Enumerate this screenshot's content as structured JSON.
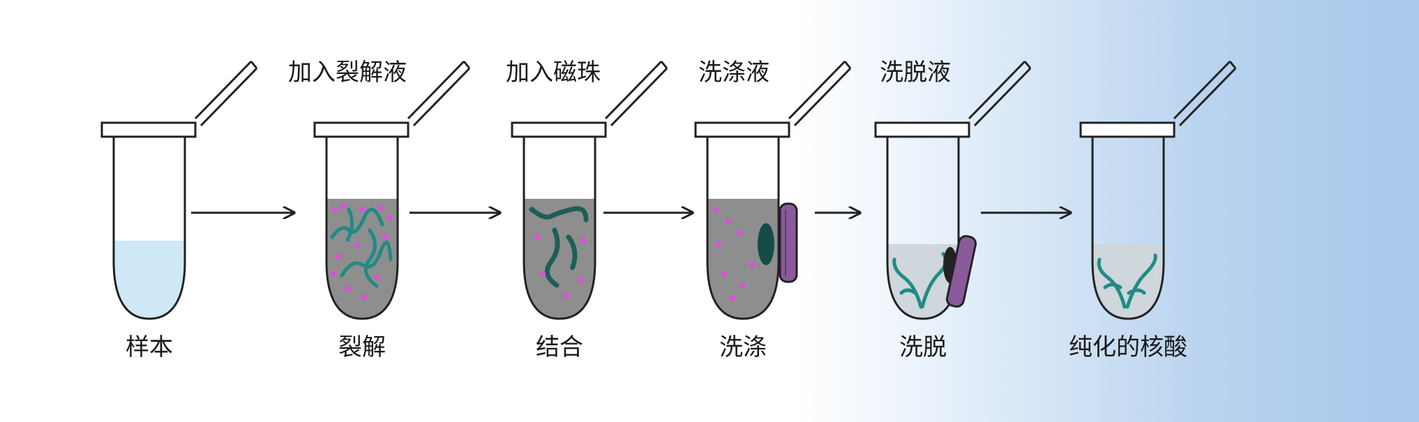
{
  "reagents": [
    "加入裂解液",
    "加入磁珠",
    "洗涤液",
    "洗脱液"
  ],
  "steps": [
    "样本",
    "裂解",
    "结合",
    "洗涤",
    "洗脱",
    "纯化的核酸"
  ],
  "colors": {
    "sample_liquid": "#cfe8f6",
    "lysate": "#8e8e8e",
    "eluate": "#cfd6dc",
    "particles": "#e04ce0",
    "nucleic_acid": "#1e8c84",
    "magnet": "#8a5a9a",
    "outline": "#222222"
  }
}
